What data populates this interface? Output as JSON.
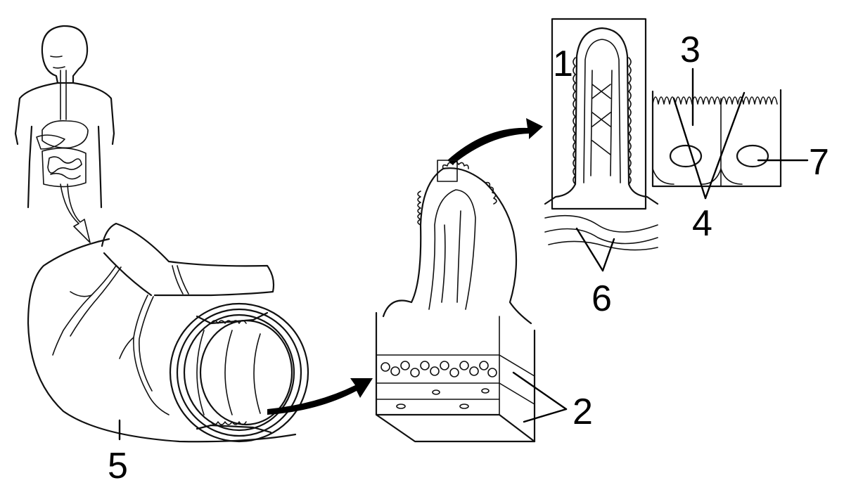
{
  "labels": {
    "l1": "1",
    "l2": "2",
    "l3": "3",
    "l4": "4",
    "l5": "5",
    "l6": "6",
    "l7": "7"
  },
  "colors": {
    "stroke": "#111111",
    "background": "#ffffff"
  }
}
